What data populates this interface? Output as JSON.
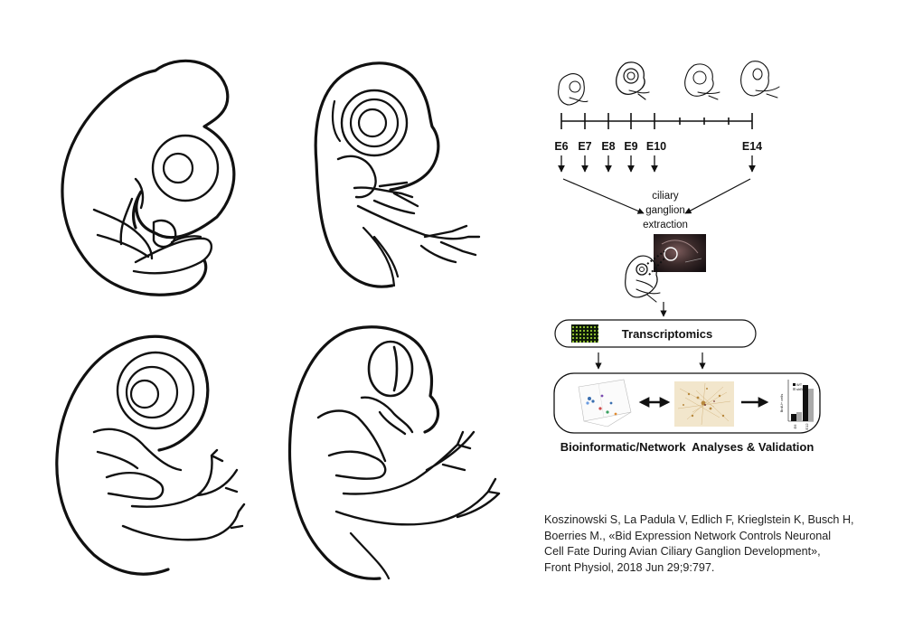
{
  "timeline": {
    "ticks": [
      "E6",
      "E7",
      "E8",
      "E9",
      "E10",
      "E14"
    ]
  },
  "extraction_label": [
    "ciliary",
    "ganglion",
    "extraction"
  ],
  "transcriptomics_label": "Transcriptomics",
  "analyses_label": "Bioinformatic/Network  Analyses & Validation",
  "bar_chart": {
    "legend": [
      "WT",
      "shBID"
    ],
    "ylabel": "BrdU+ cells",
    "categories": [
      "E6",
      "E12"
    ]
  },
  "citation": [
    "Koszinowski S, La Padula V, Edlich F, Krieglstein K, Busch H,",
    "Boerries M., «Bid Expression Network Controls Neuronal",
    "Cell Fate During Avian Ciliary Ganglion Development»,",
    "Front Physiol, 2018 Jun 29;9:797."
  ],
  "colors": {
    "line": "#111111",
    "photo_bg": "#3a2a2a",
    "network_bg": "#f2e6cc",
    "network_nodes": "#b8893e",
    "microarray_bg": "#0d1a08",
    "microarray_dots": "#9acd32"
  }
}
